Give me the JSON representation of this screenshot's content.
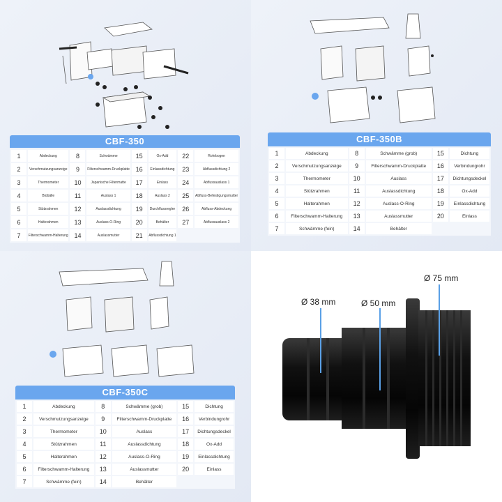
{
  "panels": [
    {
      "id": "cbf-350",
      "title": "CBF-350",
      "rows": [
        [
          [
            "1",
            "Abdeckung"
          ],
          [
            "8",
            "Schwämme"
          ],
          [
            "15",
            "Ox-Add"
          ],
          [
            "22",
            "Rohrbogen"
          ]
        ],
        [
          [
            "2",
            "Verschmutzungsanzeige"
          ],
          [
            "9",
            "Filterschwamm-Druckplatte"
          ],
          [
            "16",
            "Einlassdichtung"
          ],
          [
            "23",
            "Abflussdichtung 2"
          ]
        ],
        [
          [
            "3",
            "Thermometer"
          ],
          [
            "10",
            "Japanische Filtermatte"
          ],
          [
            "17",
            "Einlass"
          ],
          [
            "24",
            "Abflussauslass 1"
          ]
        ],
        [
          [
            "4",
            "Biobälle"
          ],
          [
            "11",
            "Auslass 1"
          ],
          [
            "18",
            "Auslass 2"
          ],
          [
            "25",
            "Abfluss-Befestigungsmutter"
          ]
        ],
        [
          [
            "5",
            "Stützrahmen"
          ],
          [
            "12",
            "Auslassdichtung"
          ],
          [
            "19",
            "Durchflussregler"
          ],
          [
            "26",
            "Abfluss-Abdeckung"
          ]
        ],
        [
          [
            "6",
            "Halterahmen"
          ],
          [
            "13",
            "Auslass-O-Ring"
          ],
          [
            "20",
            "Behälter"
          ],
          [
            "27",
            "Abflussauslass 2"
          ]
        ],
        [
          [
            "7",
            "Filterschwamm-Halterung"
          ],
          [
            "14",
            "Auslassmutter"
          ],
          [
            "21",
            "Abflussdichtung 1"
          ],
          null
        ]
      ]
    },
    {
      "id": "cbf-350b",
      "title": "CBF-350B",
      "rows": [
        [
          [
            "1",
            "Abdeckung"
          ],
          [
            "8",
            "Schwämme (grob)"
          ],
          [
            "15",
            "Dichtung"
          ]
        ],
        [
          [
            "2",
            "Verschmutzungsanzeige"
          ],
          [
            "9",
            "Filterschwamm-Druckplatte"
          ],
          [
            "16",
            "Verbindungrohr"
          ]
        ],
        [
          [
            "3",
            "Thermometer"
          ],
          [
            "10",
            "Auslass"
          ],
          [
            "17",
            "Dichtungsdeckel"
          ]
        ],
        [
          [
            "4",
            "Stützrahmen"
          ],
          [
            "11",
            "Auslassdichtung"
          ],
          [
            "18",
            "Ox-Add"
          ]
        ],
        [
          [
            "5",
            "Halterahmen"
          ],
          [
            "12",
            "Auslass-O-Ring"
          ],
          [
            "19",
            "Einlassdichtung"
          ]
        ],
        [
          [
            "6",
            "Filterschwamm-Halterung"
          ],
          [
            "13",
            "Auslassmutter"
          ],
          [
            "20",
            "Einlass"
          ]
        ],
        [
          [
            "7",
            "Schwämme (fein)"
          ],
          [
            "14",
            "Behälter"
          ],
          null
        ]
      ]
    },
    {
      "id": "cbf-350c",
      "title": "CBF-350C",
      "rows": [
        [
          [
            "1",
            "Abdeckung"
          ],
          [
            "8",
            "Schwämme (grob)"
          ],
          [
            "15",
            "Dichtung"
          ]
        ],
        [
          [
            "2",
            "Verschmutzungsanzeige"
          ],
          [
            "9",
            "Filterschwamm-Druckplatte"
          ],
          [
            "16",
            "Verbindungrohr"
          ]
        ],
        [
          [
            "3",
            "Thermometer"
          ],
          [
            "10",
            "Auslass"
          ],
          [
            "17",
            "Dichtungsdeckel"
          ]
        ],
        [
          [
            "4",
            "Stützrahmen"
          ],
          [
            "11",
            "Auslassdichtung"
          ],
          [
            "18",
            "Ox-Add"
          ]
        ],
        [
          [
            "5",
            "Halterahmen"
          ],
          [
            "12",
            "Auslass-O-Ring"
          ],
          [
            "19",
            "Einlassdichtung"
          ]
        ],
        [
          [
            "6",
            "Filterschwamm-Halterung"
          ],
          [
            "13",
            "Auslassmutter"
          ],
          [
            "20",
            "Einlass"
          ]
        ],
        [
          [
            "7",
            "Schwämme (fein)"
          ],
          [
            "14",
            "Behälter"
          ],
          null
        ]
      ]
    }
  ],
  "fitting": {
    "dim_small": "Ø 38 mm",
    "dim_mid": "Ø 50 mm",
    "dim_large": "Ø 75 mm",
    "line_color": "#5aa0e6"
  },
  "colors": {
    "accent": "#6aa6ee",
    "panel_bg": "#e8edf6"
  }
}
